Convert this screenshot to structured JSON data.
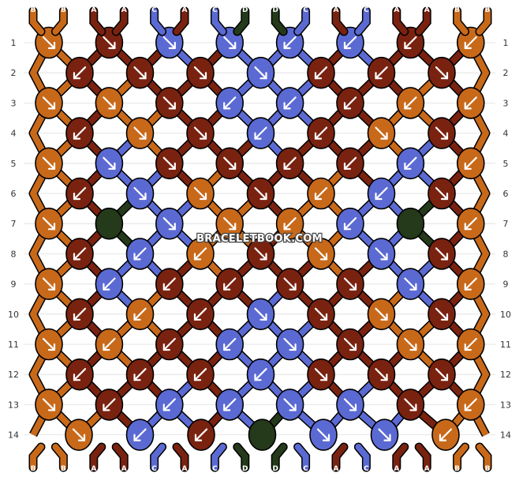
{
  "watermark": "BRACELETBOOK.COM",
  "colors": {
    "A": "#7a2210",
    "B": "#c8691a",
    "C": "#5b6ad3",
    "D": "#243a1a"
  },
  "top_strings": [
    "B",
    "B",
    "A",
    "A",
    "C",
    "A",
    "C",
    "D",
    "D",
    "C",
    "A",
    "C",
    "A",
    "A",
    "B",
    "B"
  ],
  "bottom_strings": [
    "B",
    "B",
    "A",
    "A",
    "C",
    "A",
    "C",
    "D",
    "D",
    "C",
    "A",
    "C",
    "A",
    "A",
    "B",
    "B"
  ],
  "row_numbers": [
    1,
    2,
    3,
    4,
    5,
    6,
    7,
    8,
    9,
    10,
    11,
    12,
    13,
    14
  ],
  "knot_rows": [
    {
      "row": 1,
      "knots": [
        {
          "c": "B",
          "d": "R"
        },
        {
          "c": "A",
          "d": "R"
        },
        {
          "c": "C",
          "d": "R"
        },
        {
          "c": "C",
          "d": "R"
        },
        {
          "c": "C",
          "d": "L"
        },
        {
          "c": "C",
          "d": "L"
        },
        {
          "c": "A",
          "d": "L"
        },
        {
          "c": "B",
          "d": "L"
        }
      ]
    },
    {
      "row": 2,
      "knots": [
        {
          "c": "A",
          "d": "L"
        },
        {
          "c": "A",
          "d": "R"
        },
        {
          "c": "A",
          "d": "R"
        },
        {
          "c": "C",
          "d": "R"
        },
        {
          "c": "A",
          "d": "L"
        },
        {
          "c": "A",
          "d": "L"
        },
        {
          "c": "A",
          "d": "R"
        }
      ]
    },
    {
      "row": 3,
      "knots": [
        {
          "c": "B",
          "d": "R"
        },
        {
          "c": "B",
          "d": "R"
        },
        {
          "c": "A",
          "d": "R"
        },
        {
          "c": "C",
          "d": "L"
        },
        {
          "c": "C",
          "d": "L"
        },
        {
          "c": "A",
          "d": "L"
        },
        {
          "c": "B",
          "d": "L"
        },
        {
          "c": "B",
          "d": "L"
        }
      ]
    },
    {
      "row": 4,
      "knots": [
        {
          "c": "A",
          "d": "L"
        },
        {
          "c": "B",
          "d": "R"
        },
        {
          "c": "A",
          "d": "R"
        },
        {
          "c": "C",
          "d": "L"
        },
        {
          "c": "A",
          "d": "L"
        },
        {
          "c": "B",
          "d": "R"
        },
        {
          "c": "A",
          "d": "R"
        }
      ]
    },
    {
      "row": 5,
      "knots": [
        {
          "c": "B",
          "d": "R"
        },
        {
          "c": "C",
          "d": "R"
        },
        {
          "c": "A",
          "d": "R"
        },
        {
          "c": "A",
          "d": "R"
        },
        {
          "c": "A",
          "d": "L"
        },
        {
          "c": "A",
          "d": "L"
        },
        {
          "c": "C",
          "d": "L"
        },
        {
          "c": "B",
          "d": "L"
        }
      ]
    },
    {
      "row": 6,
      "knots": [
        {
          "c": "A",
          "d": "L"
        },
        {
          "c": "C",
          "d": "R"
        },
        {
          "c": "B",
          "d": "R"
        },
        {
          "c": "A",
          "d": "R"
        },
        {
          "c": "B",
          "d": "L"
        },
        {
          "c": "C",
          "d": "L"
        },
        {
          "c": "A",
          "d": "R"
        }
      ]
    },
    {
      "row": 7,
      "knots": [
        {
          "c": "B",
          "d": "R"
        },
        {
          "c": "D",
          "d": "R"
        },
        {
          "c": "C",
          "d": "R"
        },
        {
          "c": "B",
          "d": "R"
        },
        {
          "c": "B",
          "d": "L"
        },
        {
          "c": "C",
          "d": "L"
        },
        {
          "c": "D",
          "d": "L"
        },
        {
          "c": "B",
          "d": "L"
        }
      ]
    },
    {
      "row": 8,
      "knots": [
        {
          "c": "A",
          "d": "L"
        },
        {
          "c": "C",
          "d": "L"
        },
        {
          "c": "B",
          "d": "L"
        },
        {
          "c": "A",
          "d": "R"
        },
        {
          "c": "B",
          "d": "R"
        },
        {
          "c": "C",
          "d": "R"
        },
        {
          "c": "A",
          "d": "R"
        }
      ]
    },
    {
      "row": 9,
      "knots": [
        {
          "c": "B",
          "d": "R"
        },
        {
          "c": "C",
          "d": "L"
        },
        {
          "c": "A",
          "d": "L"
        },
        {
          "c": "A",
          "d": "L"
        },
        {
          "c": "A",
          "d": "R"
        },
        {
          "c": "A",
          "d": "R"
        },
        {
          "c": "C",
          "d": "R"
        },
        {
          "c": "B",
          "d": "L"
        }
      ]
    },
    {
      "row": 10,
      "knots": [
        {
          "c": "A",
          "d": "L"
        },
        {
          "c": "B",
          "d": "L"
        },
        {
          "c": "A",
          "d": "L"
        },
        {
          "c": "C",
          "d": "R"
        },
        {
          "c": "A",
          "d": "R"
        },
        {
          "c": "B",
          "d": "R"
        },
        {
          "c": "A",
          "d": "R"
        }
      ]
    },
    {
      "row": 11,
      "knots": [
        {
          "c": "B",
          "d": "R"
        },
        {
          "c": "B",
          "d": "L"
        },
        {
          "c": "A",
          "d": "L"
        },
        {
          "c": "C",
          "d": "L"
        },
        {
          "c": "C",
          "d": "R"
        },
        {
          "c": "A",
          "d": "R"
        },
        {
          "c": "B",
          "d": "R"
        },
        {
          "c": "B",
          "d": "L"
        }
      ]
    },
    {
      "row": 12,
      "knots": [
        {
          "c": "A",
          "d": "L"
        },
        {
          "c": "A",
          "d": "L"
        },
        {
          "c": "A",
          "d": "L"
        },
        {
          "c": "C",
          "d": "L"
        },
        {
          "c": "A",
          "d": "R"
        },
        {
          "c": "A",
          "d": "R"
        },
        {
          "c": "A",
          "d": "R"
        }
      ]
    },
    {
      "row": 13,
      "knots": [
        {
          "c": "B",
          "d": "R"
        },
        {
          "c": "A",
          "d": "L"
        },
        {
          "c": "C",
          "d": "L"
        },
        {
          "c": "C",
          "d": "L"
        },
        {
          "c": "C",
          "d": "R"
        },
        {
          "c": "C",
          "d": "R"
        },
        {
          "c": "A",
          "d": "R"
        },
        {
          "c": "B",
          "d": "L"
        }
      ]
    },
    {
      "row": 14,
      "knots": [
        {
          "c": "B",
          "d": "R"
        },
        {
          "c": "C",
          "d": "L"
        },
        {
          "c": "A",
          "d": "L"
        },
        {
          "c": "D",
          "d": "L"
        },
        {
          "c": "C",
          "d": "R"
        },
        {
          "c": "C",
          "d": "R"
        },
        {
          "c": "B",
          "d": "L"
        }
      ]
    }
  ]
}
